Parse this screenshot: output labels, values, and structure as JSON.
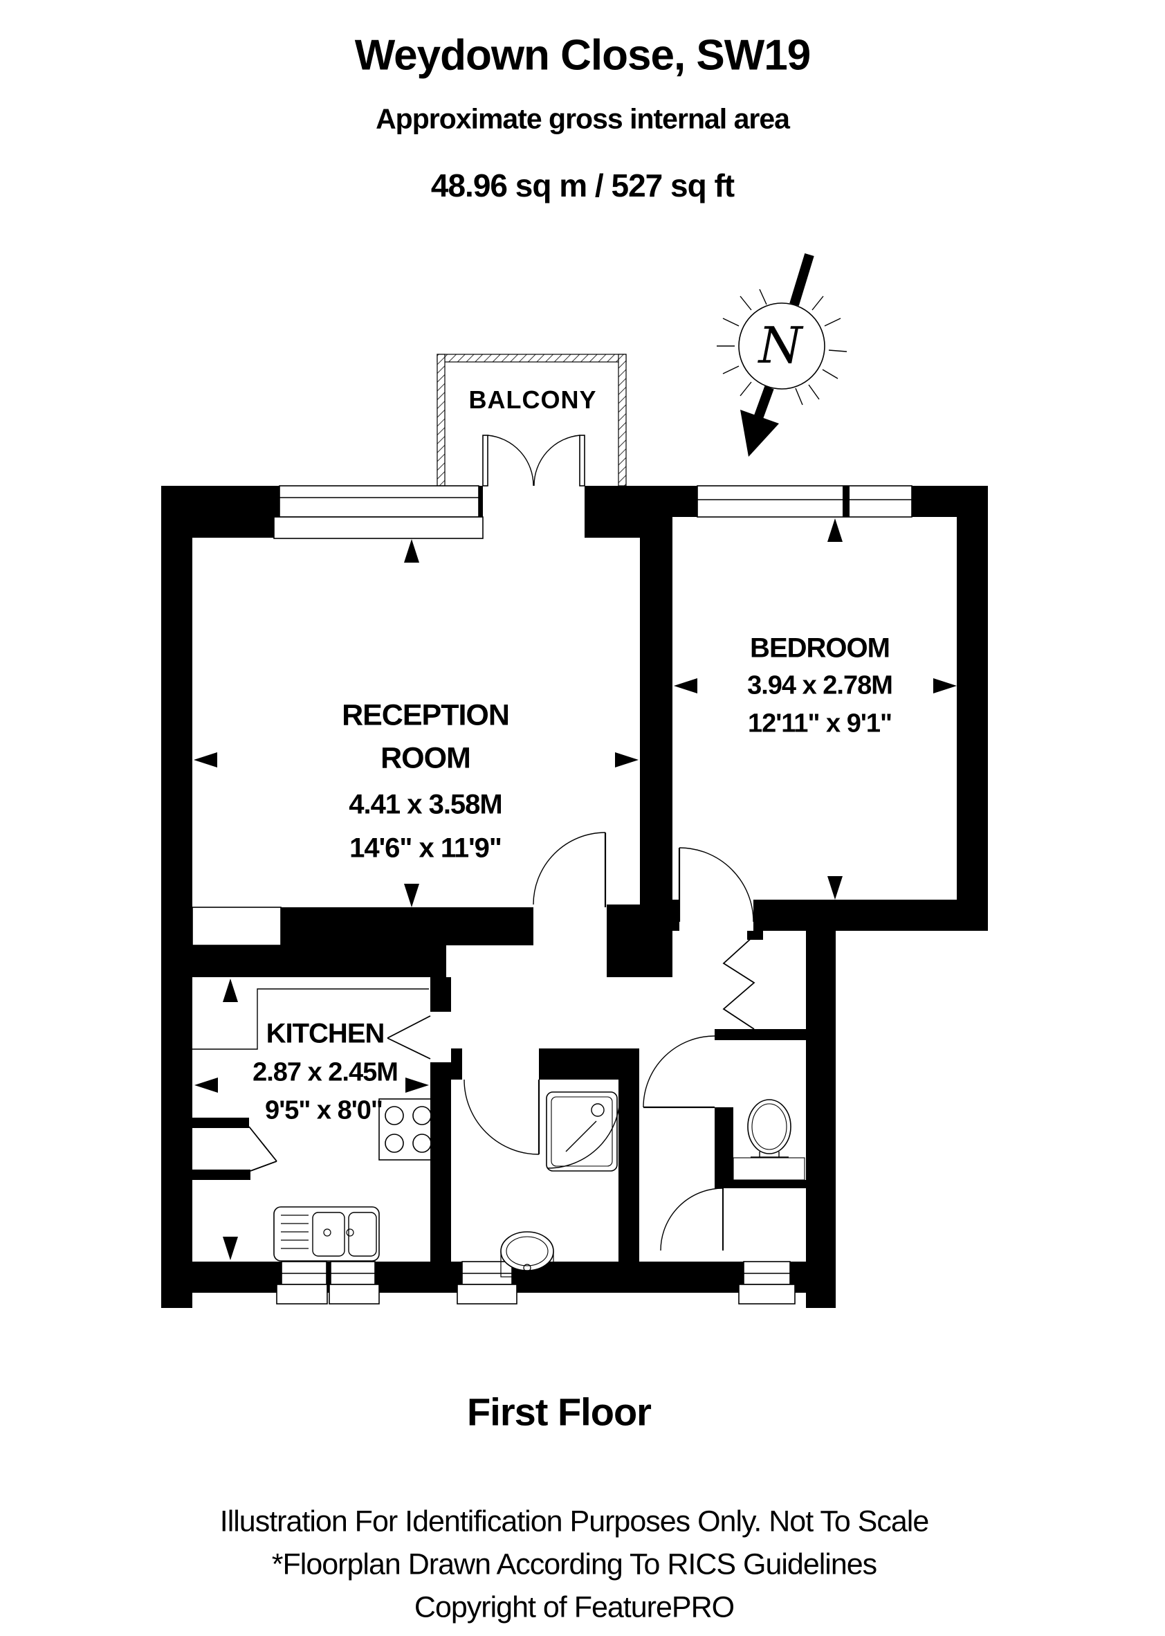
{
  "header": {
    "title": "Weydown Close, SW19",
    "subtitle": "Approximate gross internal area",
    "area": "48.96 sq m /  527 sq ft"
  },
  "compass": {
    "label": "N"
  },
  "rooms": {
    "balcony": {
      "name": "BALCONY"
    },
    "reception": {
      "name_line1": "RECEPTION",
      "name_line2": "ROOM",
      "metric": "4.41 x 3.58M",
      "imperial": "14'6\" x 11'9\""
    },
    "bedroom": {
      "name": "BEDROOM",
      "metric": "3.94 x 2.78M",
      "imperial": "12'11\" x 9'1\""
    },
    "kitchen": {
      "name": "KITCHEN",
      "metric": "2.87 x 2.45M",
      "imperial": "9'5\" x 8'0\""
    }
  },
  "floor_label": "First Floor",
  "footer": {
    "line1": "Illustration For Identification Purposes Only. Not To Scale",
    "line2": "*Floorplan Drawn According To RICS Guidelines",
    "line3": "Copyright of FeaturePRO"
  },
  "colors": {
    "wall": "#000000",
    "background": "#ffffff"
  }
}
